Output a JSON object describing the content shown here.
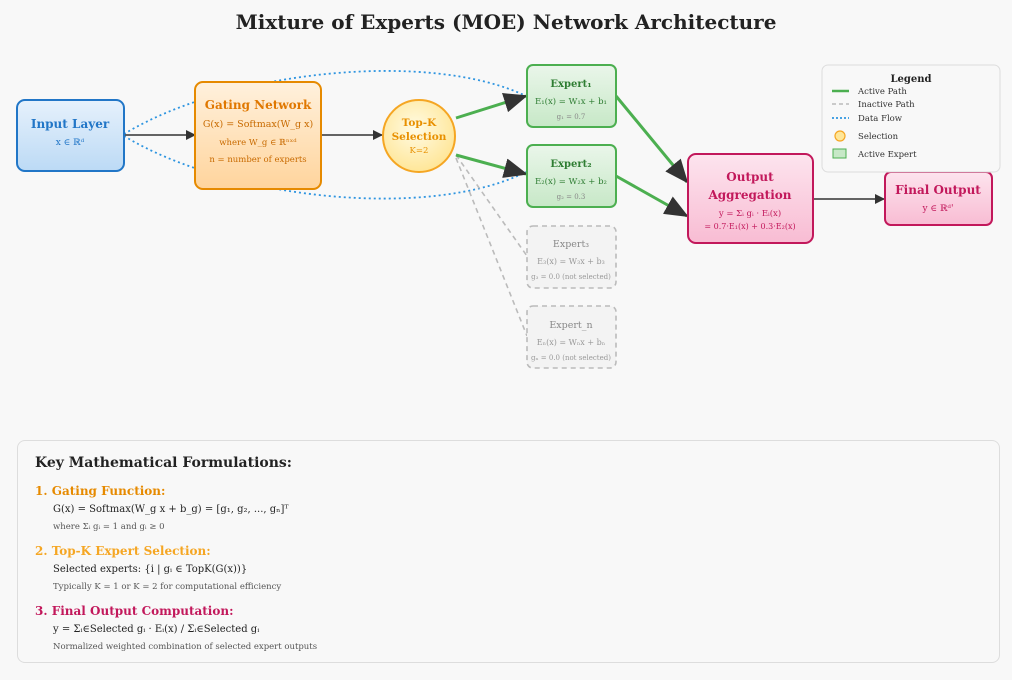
{
  "title": "Mixture of Experts (MOE) Network Architecture",
  "colors": {
    "input": "#2176c7",
    "gating": "#e68a00",
    "topk": "#f5a623",
    "expert": "#4caf50",
    "inactive": "#bbbbbb",
    "output": "#c2185b",
    "dataflow": "#2f95e0"
  },
  "nodes": {
    "input": {
      "title": "Input Layer",
      "line1": "x ∈ ℝᵈ"
    },
    "gating": {
      "title": "Gating Network",
      "line1": "G(x) = Softmax(W_g x)",
      "line2": "where W_g ∈ ℝⁿˣᵈ",
      "line3": "n = number of experts"
    },
    "topk": {
      "title1": "Top-K",
      "title2": "Selection",
      "line1": "K=2"
    },
    "expert1": {
      "title": "Expert₁",
      "line1": "E₁(x) = W₁x + b₁",
      "line2": "g₁ = 0.7"
    },
    "expert2": {
      "title": "Expert₂",
      "line1": "E₂(x) = W₂x + b₂",
      "line2": "g₂ = 0.3"
    },
    "expert3": {
      "title": "Expert₃",
      "line1": "E₃(x) = W₃x + b₃",
      "line2": "g₃ = 0.0 (not selected)"
    },
    "expertn": {
      "title": "Expert_n",
      "line1": "Eₙ(x) = Wₙx + bₙ",
      "line2": "gₙ = 0.0 (not selected)"
    },
    "output": {
      "title1": "Output",
      "title2": "Aggregation",
      "line1": "y = Σᵢ gᵢ · Eᵢ(x)",
      "line2": "= 0.7·E₁(x) + 0.3·E₂(x)"
    },
    "final": {
      "title": "Final Output",
      "line1": "y ∈ ℝᵈ'"
    }
  },
  "legend": {
    "title": "Legend",
    "items": [
      "Active Path",
      "Inactive Path",
      "Data Flow",
      "Selection",
      "Active Expert"
    ]
  },
  "formulas": {
    "heading": "Key Mathematical Formulations:",
    "sections": [
      {
        "title": "1. Gating Function:",
        "line": "G(x) = Softmax(W_g x + b_g) = [g₁, g₂, ..., gₙ]ᵀ",
        "note": "where Σᵢ gᵢ = 1 and gᵢ ≥ 0"
      },
      {
        "title": "2. Top-K Expert Selection:",
        "line": "Selected experts: {i | gᵢ ∈ TopK(G(x))}",
        "note": "Typically K = 1 or K = 2 for computational efficiency"
      },
      {
        "title": "3. Final Output Computation:",
        "line": "y = Σᵢ∈Selected gᵢ · Eᵢ(x) / Σᵢ∈Selected gᵢ",
        "note": "Normalized weighted combination of selected expert outputs"
      }
    ]
  }
}
